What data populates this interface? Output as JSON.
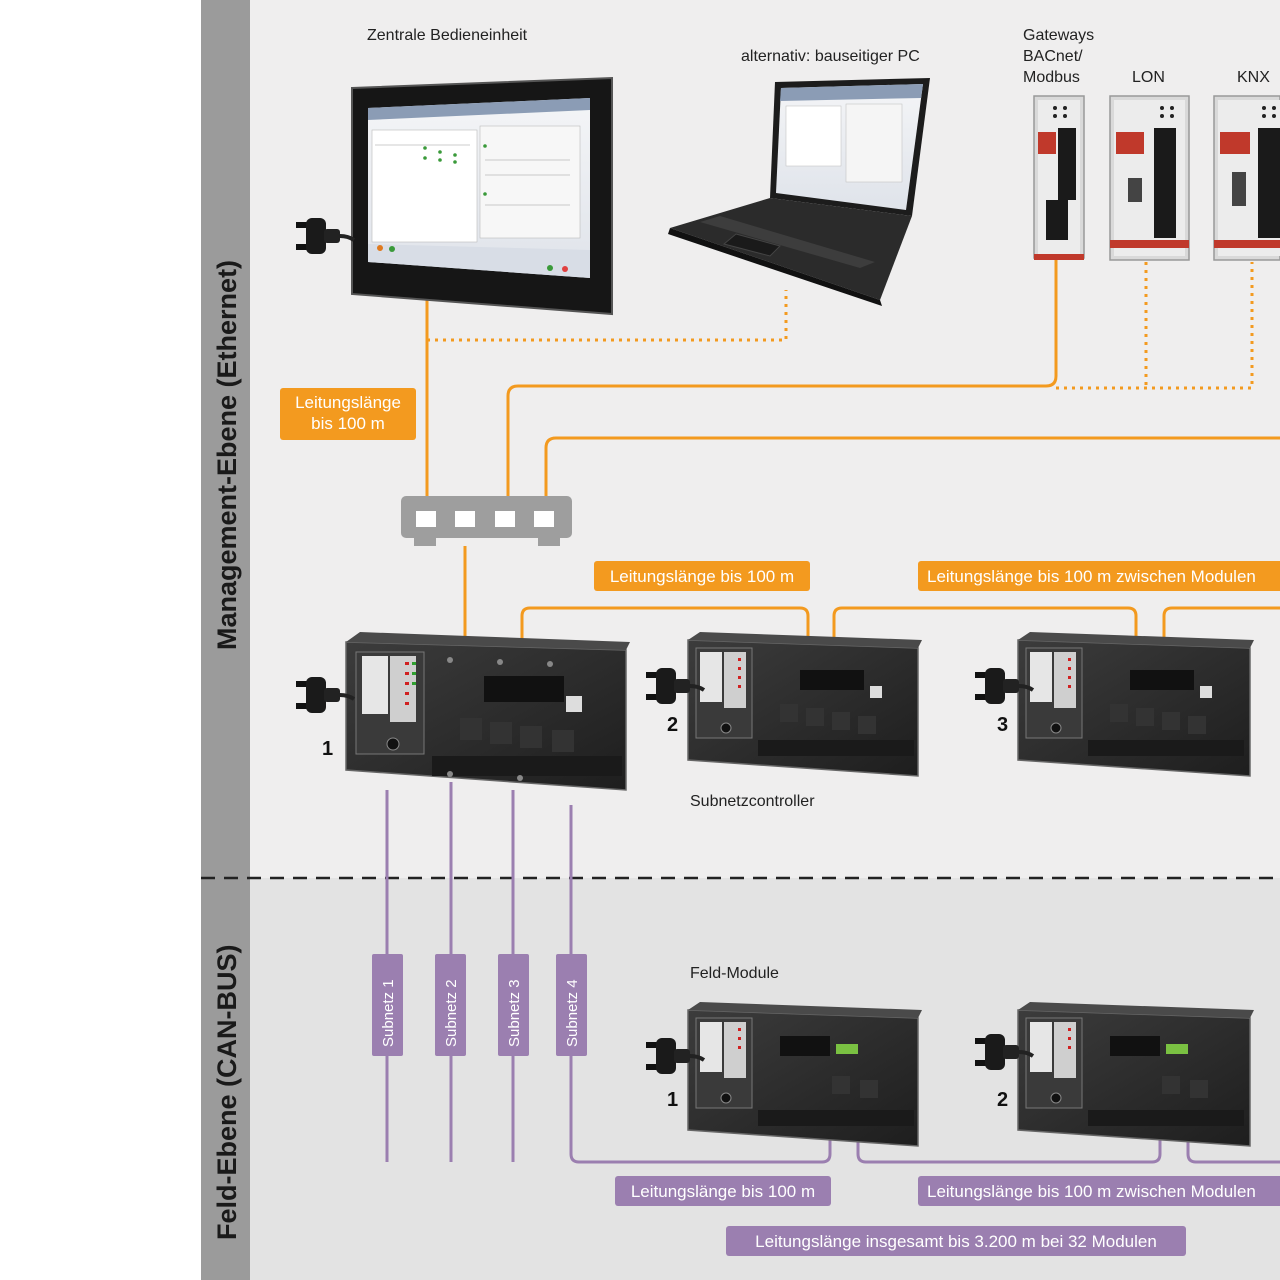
{
  "levels": {
    "management": "Management-Ebene (Ethernet)",
    "field": "Feld-Ebene (CAN-BUS)"
  },
  "labels": {
    "central_unit": "Zentrale Bedieneinheit",
    "alt_pc": "alternativ: bauseitiger PC",
    "gateways_line1": "Gateways",
    "gateways_line2": "BACnet/",
    "gateways_line3": "Modbus",
    "lon": "LON",
    "knx": "KNX",
    "subnet_controller": "Subnetzcontroller",
    "field_modules": "Feld-Module"
  },
  "badges": {
    "eth_length_line1": "Leitungslänge",
    "eth_length_line2": "bis 100 m",
    "eth_length_controller": "Leitungslänge bis 100 m",
    "eth_length_between": "Leitungslänge bis 100 m zwischen Modulen",
    "can_length": "Leitungslänge bis 100 m",
    "can_length_between": "Leitungslänge bis 100 m zwischen Modulen",
    "can_total": "Leitungslänge insgesamt bis 3.200 m bei 32 Modulen"
  },
  "subnets": [
    "Subnetz 1",
    "Subnetz 2",
    "Subnetz 3",
    "Subnetz 4"
  ],
  "controller_numbers": [
    "1",
    "2",
    "3"
  ],
  "module_numbers": [
    "1",
    "2"
  ],
  "colors": {
    "ethernet": "#f39a1f",
    "canbus": "#9b7fb0",
    "sidebar": "#9b9b9b",
    "management_bg": "#efeeee",
    "field_bg": "#e3e3e3",
    "device": "#2a2a2a"
  }
}
